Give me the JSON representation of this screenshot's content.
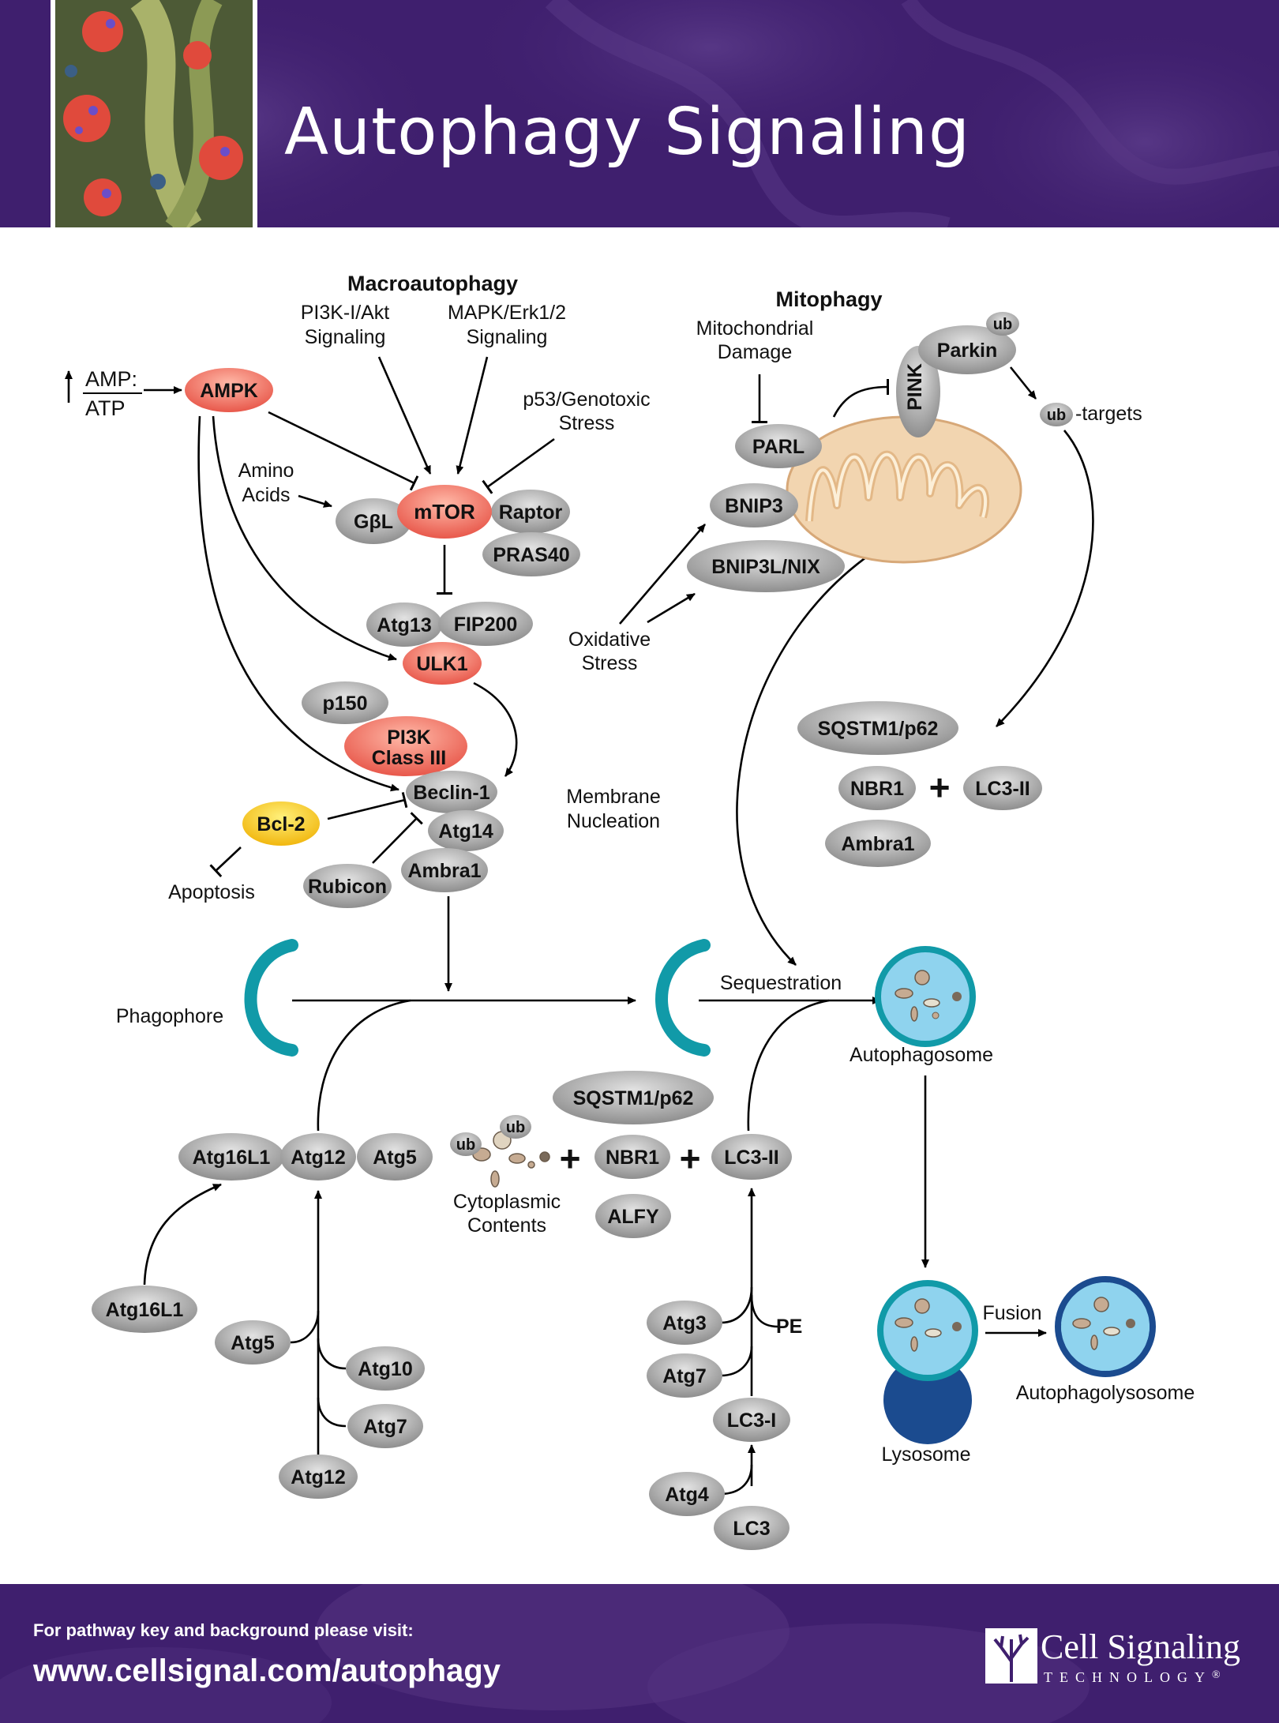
{
  "header": {
    "title": "Autophagy Signaling"
  },
  "footer": {
    "note": "For pathway key and background please visit:",
    "url": "www.cellsignal.com/autophagy",
    "brand_name": "Cell Signaling",
    "brand_sub": "TECHNOLOGY",
    "registered": "®"
  },
  "colors": {
    "header_purple": "#3f1f6e",
    "node_gray": "#a8a8a8",
    "node_red": "#ee7266",
    "node_yellow": "#f5c21c",
    "teal": "#119aa8",
    "autophagosome_fill": "#8fd3ee",
    "lysosome_navy": "#1b4b8f",
    "mito_tan": "#f3d7b5"
  },
  "sections": {
    "macroautophagy": "Macroautophagy",
    "mitophagy": "Mitophagy"
  },
  "labels": {
    "pi3k_akt": [
      "PI3K-I/Akt",
      "Signaling"
    ],
    "mapk": [
      "MAPK/Erk1/2",
      "Signaling"
    ],
    "p53": [
      "p53/Genotoxic",
      "Stress"
    ],
    "amp": "AMP:",
    "atp": "ATP",
    "amino": [
      "Amino",
      "Acids"
    ],
    "mito_damage": [
      "Mitochondrial",
      "Damage"
    ],
    "ub_targets": "-targets",
    "oxidative": [
      "Oxidative",
      "Stress"
    ],
    "membrane": [
      "Membrane",
      "Nucleation"
    ],
    "apoptosis": "Apoptosis",
    "phagophore": "Phagophore",
    "sequestration": "Sequestration",
    "autophagosome": "Autophagosome",
    "cytoplasmic": [
      "Cytoplasmic",
      "Contents"
    ],
    "pe": "PE",
    "fusion": "Fusion",
    "lysosome": "Lysosome",
    "autophagolysosome": "Autophagolysosome",
    "plus": "+"
  },
  "nodes": {
    "ampk": "AMPK",
    "mtor": "mTOR",
    "gbl": "GβL",
    "raptor": "Raptor",
    "pras40": "PRAS40",
    "atg13": "Atg13",
    "fip200": "FIP200",
    "ulk1": "ULK1",
    "p150": "p150",
    "pi3k": [
      "PI3K",
      "Class III"
    ],
    "beclin": "Beclin-1",
    "bcl2": "Bcl-2",
    "atg14": "Atg14",
    "ambra1": "Ambra1",
    "rubicon": "Rubicon",
    "parl": "PARL",
    "bnip3": "BNIP3",
    "bnip3l": "BNIP3L/NIX",
    "pink": "PINK",
    "parkin": "Parkin",
    "ub": "ub",
    "sqstm_top": "SQSTM1/p62",
    "nbr1_top": "NBR1",
    "lc3ii_top": "LC3-II",
    "ambra1_right": "Ambra1",
    "atg16l1_complex": "Atg16L1",
    "atg12_complex": "Atg12",
    "atg5_complex": "Atg5",
    "atg16l1": "Atg16L1",
    "atg5": "Atg5",
    "atg10": "Atg10",
    "atg7_left": "Atg7",
    "atg12": "Atg12",
    "sqstm_bottom": "SQSTM1/p62",
    "nbr1_bottom": "NBR1",
    "alfy": "ALFY",
    "lc3ii_bottom": "LC3-II",
    "atg3": "Atg3",
    "atg7_right": "Atg7",
    "lc3i": "LC3-I",
    "atg4": "Atg4",
    "lc3": "LC3"
  }
}
